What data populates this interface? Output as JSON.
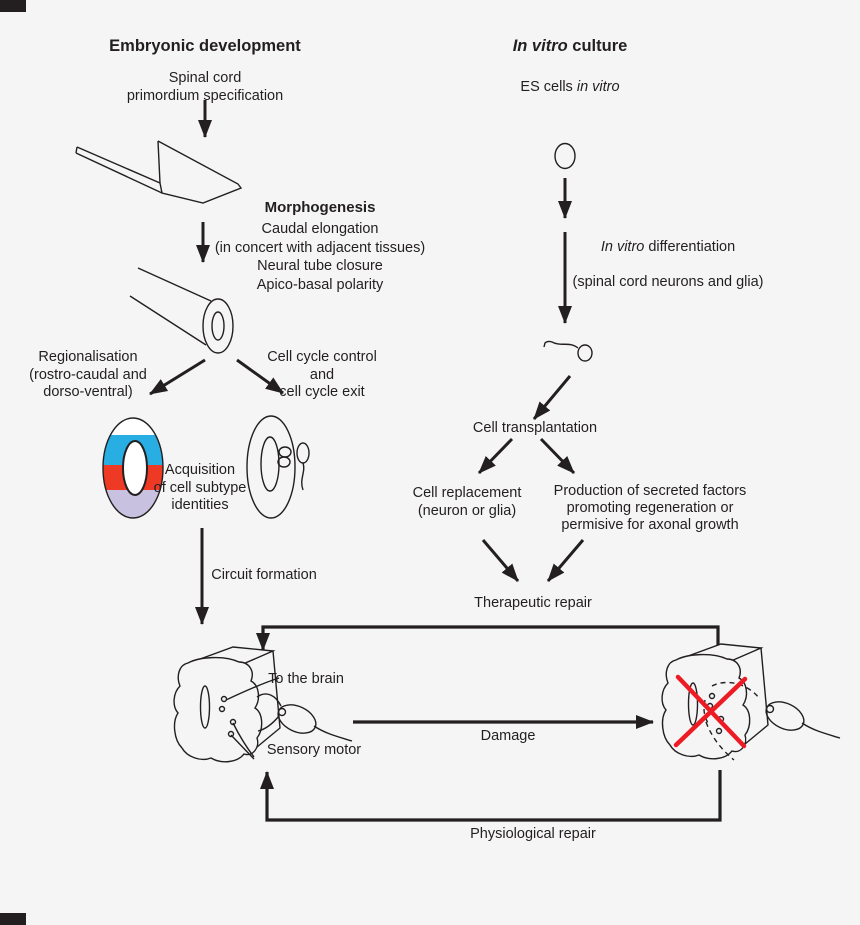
{
  "figure": {
    "background": "#f5f5f5"
  },
  "colors": {
    "paper": "#f5f5f5",
    "ink": "#231f20",
    "damage_red": "#ed1c24",
    "tube_cyan": "#29aee3",
    "tube_red": "#ee3a24",
    "tube_lavender": "#c8c2e0"
  },
  "headers": {
    "left": "Embryonic development",
    "right_italic": "In vitro",
    "right_rest": " culture"
  },
  "embryonic": {
    "specification": "Spinal cord\nprimordium specification",
    "morphogenesis_title": "Morphogenesis",
    "morphogenesis_lines": "Caudal elongation\n(in concert with adjacent tissues)\nNeural tube closure\nApico-basal polarity",
    "regionalisation": "Regionalisation\n(rostro-caudal and\ndorso-ventral)",
    "cell_cycle": "Cell cycle control\nand\ncell cycle exit",
    "acquisition": "Acquisition\nof cell subtype\nidentities",
    "circuit_formation": "Circuit formation"
  },
  "in_vitro": {
    "es_cells_plain": "ES cells ",
    "es_cells_italic": "in vitro",
    "differentiation_italic": "In vitro",
    "differentiation_rest": " differentiation",
    "differentiation_line2": "(spinal cord neurons and glia)",
    "cell_transplantation": "Cell transplantation",
    "cell_replacement": "Cell replacement\n(neuron or glia)",
    "secreted_factors": "Production of secreted factors\npromoting regeneration or\npermisive for axonal growth",
    "therapeutic_repair": "Therapeutic repair"
  },
  "circuit_diagram": {
    "to_the_brain": "To the brain",
    "sensory_motor": "Sensory motor",
    "damage": "Damage",
    "physiological_repair": "Physiological repair"
  }
}
